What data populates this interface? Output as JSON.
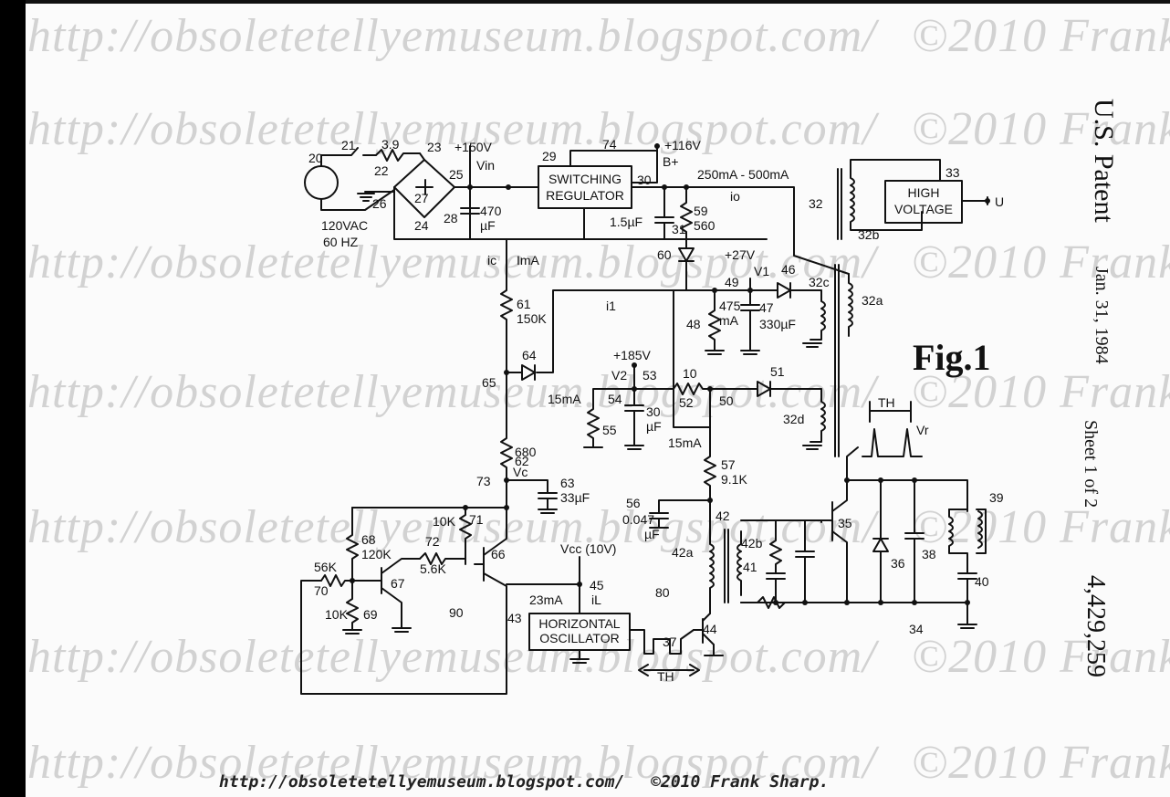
{
  "watermark": {
    "url": "http://obsoletetellyemuseum.blogspot.com/",
    "copyright": "©2010 Frank Sharp."
  },
  "footer": {
    "url": "http://obsoletetellyemuseum.blogspot.com/",
    "copyright": "©2010 Frank Sharp."
  },
  "patent": {
    "country": "U.S. Patent",
    "date": "Jan. 31, 1984",
    "sheet": "Sheet 1 of 2",
    "number": "4,429,259",
    "figure": "Fig.1"
  },
  "blocks": {
    "switching_regulator": [
      "SWITCHING",
      "REGULATOR"
    ],
    "high_voltage": [
      "HIGH",
      "VOLTAGE"
    ],
    "horizontal_oscillator": [
      "HORIZONTAL",
      "OSCILLATOR"
    ]
  },
  "labels": [
    {
      "t": "20"
    },
    {
      "t": "21"
    },
    {
      "t": "3.9"
    },
    {
      "t": "23"
    },
    {
      "t": "+150V"
    },
    {
      "t": "Vin"
    },
    {
      "t": "22"
    },
    {
      "t": "25"
    },
    {
      "t": "26"
    },
    {
      "t": "27"
    },
    {
      "t": "24"
    },
    {
      "t": "28"
    },
    {
      "t": "470"
    },
    {
      "t": "µF"
    },
    {
      "t": "120VAC"
    },
    {
      "t": "60 HZ"
    },
    {
      "t": "29"
    },
    {
      "t": "74"
    },
    {
      "t": "+116V"
    },
    {
      "t": "B+"
    },
    {
      "t": "30"
    },
    {
      "t": "250mA - 500mA"
    },
    {
      "t": "io"
    },
    {
      "t": "32"
    },
    {
      "t": "33"
    },
    {
      "t": "U"
    },
    {
      "t": "32b"
    },
    {
      "t": "1.5µF"
    },
    {
      "t": "31"
    },
    {
      "t": "59"
    },
    {
      "t": "560"
    },
    {
      "t": "60"
    },
    {
      "t": "+27V"
    },
    {
      "t": "V1"
    },
    {
      "t": "49"
    },
    {
      "t": "46"
    },
    {
      "t": "32c"
    },
    {
      "t": "32a"
    },
    {
      "t": "ic"
    },
    {
      "t": "ImA"
    },
    {
      "t": "61"
    },
    {
      "t": "150K"
    },
    {
      "t": "i1"
    },
    {
      "t": "475"
    },
    {
      "t": "mA"
    },
    {
      "t": "47"
    },
    {
      "t": "330µF"
    },
    {
      "t": "48"
    },
    {
      "t": "64"
    },
    {
      "t": "65"
    },
    {
      "t": "+185V"
    },
    {
      "t": "V2"
    },
    {
      "t": "53"
    },
    {
      "t": "10"
    },
    {
      "t": "51"
    },
    {
      "t": "15mA"
    },
    {
      "t": "54"
    },
    {
      "t": "52"
    },
    {
      "t": "50"
    },
    {
      "t": "30"
    },
    {
      "t": "µF"
    },
    {
      "t": "55"
    },
    {
      "t": "32d"
    },
    {
      "t": "TH"
    },
    {
      "t": "Vr"
    },
    {
      "t": "15mA"
    },
    {
      "t": "62"
    },
    {
      "t": "680"
    },
    {
      "t": "57"
    },
    {
      "t": "9.1K"
    },
    {
      "t": "73"
    },
    {
      "t": "Vc"
    },
    {
      "t": "63"
    },
    {
      "t": "33µF"
    },
    {
      "t": "56"
    },
    {
      "t": "0.047"
    },
    {
      "t": "µF"
    },
    {
      "t": "42"
    },
    {
      "t": "35"
    },
    {
      "t": "39"
    },
    {
      "t": "10K"
    },
    {
      "t": "71"
    },
    {
      "t": "68"
    },
    {
      "t": "120K"
    },
    {
      "t": "72"
    },
    {
      "t": "66"
    },
    {
      "t": "Vcc (10V)"
    },
    {
      "t": "42a"
    },
    {
      "t": "42b"
    },
    {
      "t": "41"
    },
    {
      "t": "36"
    },
    {
      "t": "38"
    },
    {
      "t": "56K"
    },
    {
      "t": "5.6K"
    },
    {
      "t": "67"
    },
    {
      "t": "70"
    },
    {
      "t": "45"
    },
    {
      "t": "40"
    },
    {
      "t": "10K"
    },
    {
      "t": "69"
    },
    {
      "t": "90"
    },
    {
      "t": "23mA"
    },
    {
      "t": "iL"
    },
    {
      "t": "80"
    },
    {
      "t": "43"
    },
    {
      "t": "44"
    },
    {
      "t": "34"
    },
    {
      "t": "37"
    },
    {
      "t": "TH"
    }
  ]
}
